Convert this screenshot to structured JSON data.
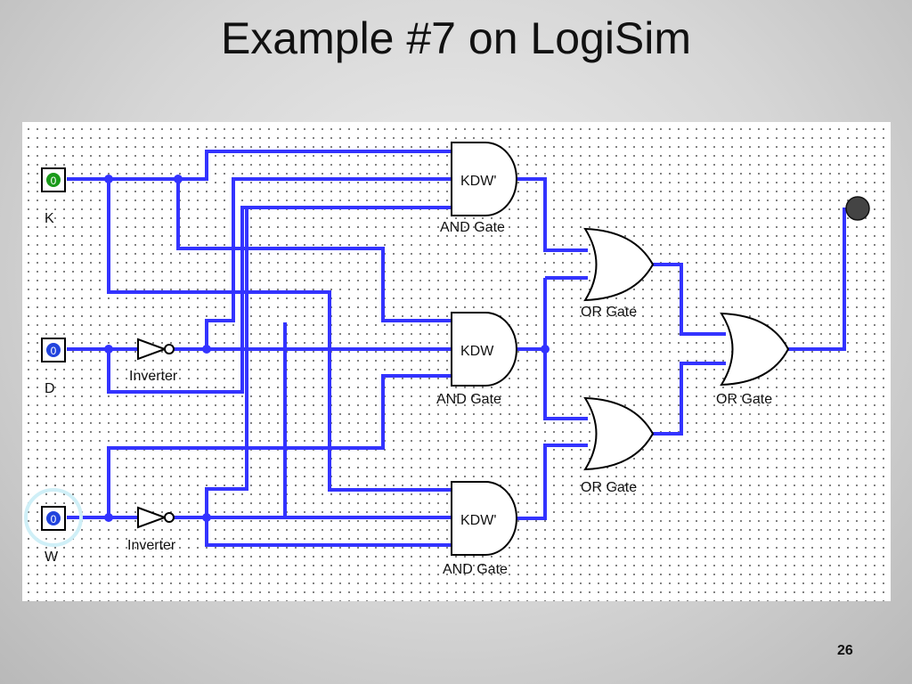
{
  "slide": {
    "title": "Example #7 on LogiSim",
    "page_number": "26"
  },
  "circuit": {
    "inputs": [
      {
        "label": "K",
        "value": "0"
      },
      {
        "label": "D",
        "value": "0"
      },
      {
        "label": "W",
        "value": "0"
      }
    ],
    "inverters": [
      {
        "label": "Inverter"
      },
      {
        "label": "Inverter"
      }
    ],
    "and_gates": [
      {
        "label": "AND Gate",
        "inner": "KDW'"
      },
      {
        "label": "AND Gate",
        "inner": "KDW"
      },
      {
        "label": "AND Gate",
        "inner": "KDW'"
      }
    ],
    "or_gates": [
      {
        "label": "OR Gate"
      },
      {
        "label": "OR Gate"
      },
      {
        "label": "OR Gate"
      }
    ],
    "output_led": {
      "state": "off"
    },
    "wire_color": "#3333ff"
  }
}
